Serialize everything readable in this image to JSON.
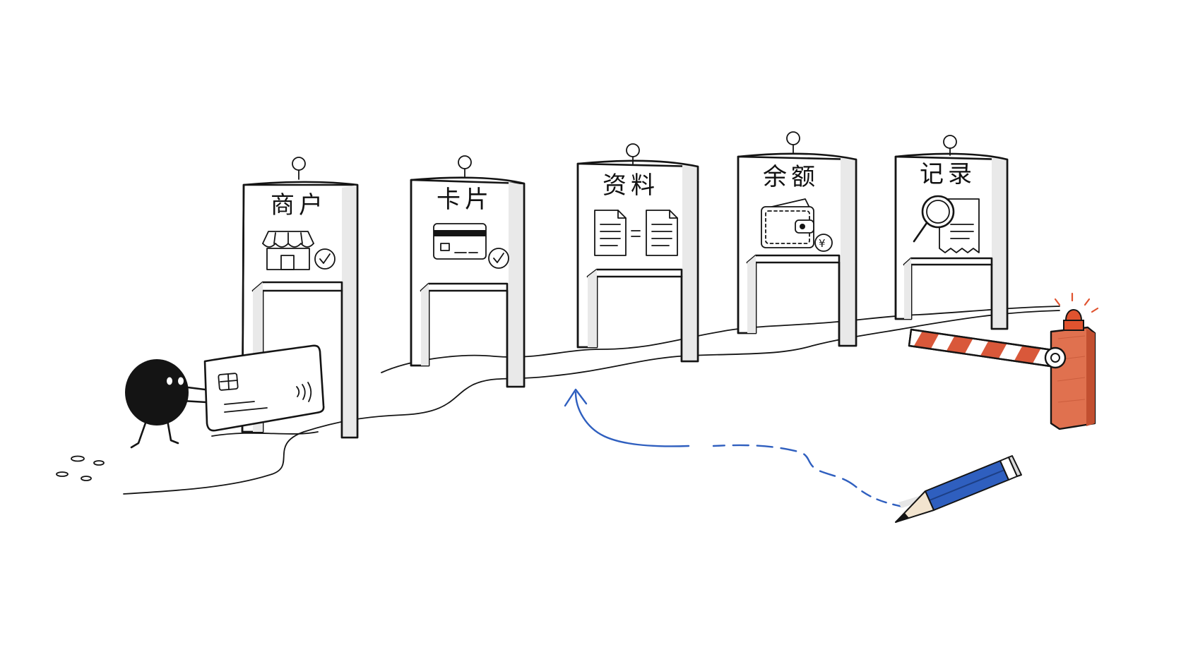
{
  "gates": [
    {
      "label": "商户",
      "icon": "storefront-icon",
      "status": "check-icon"
    },
    {
      "label": "卡片",
      "icon": "credit-card-icon",
      "status": "check-icon"
    },
    {
      "label": "资料",
      "icon": "documents-equal-icon",
      "status": ""
    },
    {
      "label": "余额",
      "icon": "wallet-icon",
      "status": "coin-icon"
    },
    {
      "label": "记录",
      "icon": "magnifier-receipt-icon",
      "status": ""
    }
  ],
  "coin_symbol": "¥",
  "colors": {
    "ink": "#141414",
    "pencil_blue": "#2f5fbf",
    "path_blue": "#2f5fbf",
    "barrier_red": "#d9583a",
    "barrier_light": "#ffffff",
    "beacon_red": "#e0532f",
    "paper": "#ffffff",
    "shadow_gray": "#e9e9e9"
  }
}
